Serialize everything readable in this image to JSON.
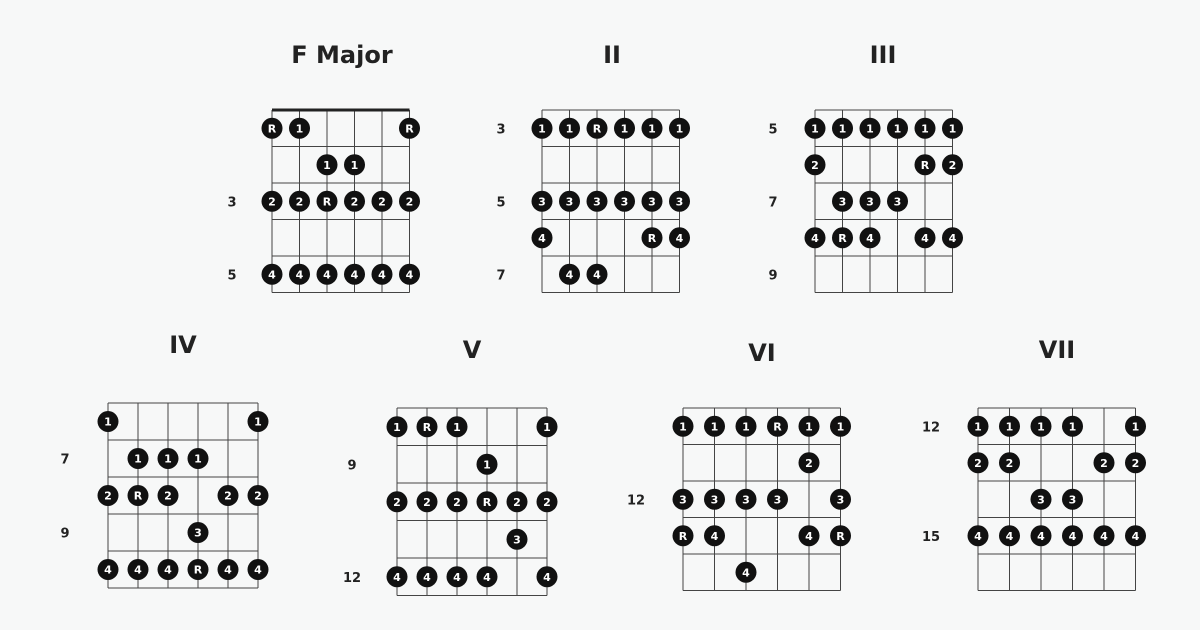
{
  "colors": {
    "dot": "#111111",
    "dot_text": "#ffffff",
    "grid": "#444444",
    "background": "#f7f8f8"
  },
  "diagrams": [
    {
      "title": "F Major",
      "nut": true,
      "frets": 5,
      "fret_labels": [
        {
          "row": 3,
          "text": "3"
        },
        {
          "row": 5,
          "text": "5"
        }
      ],
      "dots": [
        [
          1,
          1,
          "R"
        ],
        [
          1,
          2,
          "1"
        ],
        [
          1,
          6,
          "R"
        ],
        [
          2,
          3,
          "1"
        ],
        [
          2,
          4,
          "1"
        ],
        [
          3,
          1,
          "2"
        ],
        [
          3,
          2,
          "2"
        ],
        [
          3,
          3,
          "R"
        ],
        [
          3,
          4,
          "2"
        ],
        [
          3,
          5,
          "2"
        ],
        [
          3,
          6,
          "2"
        ],
        [
          5,
          1,
          "4"
        ],
        [
          5,
          2,
          "4"
        ],
        [
          5,
          3,
          "4"
        ],
        [
          5,
          4,
          "4"
        ],
        [
          5,
          5,
          "4"
        ],
        [
          5,
          6,
          "4"
        ]
      ]
    },
    {
      "title": "II",
      "nut": false,
      "frets": 5,
      "fret_labels": [
        {
          "row": 1,
          "text": "3"
        },
        {
          "row": 3,
          "text": "5"
        },
        {
          "row": 5,
          "text": "7"
        }
      ],
      "dots": [
        [
          1,
          1,
          "1"
        ],
        [
          1,
          2,
          "1"
        ],
        [
          1,
          3,
          "R"
        ],
        [
          1,
          4,
          "1"
        ],
        [
          1,
          5,
          "1"
        ],
        [
          1,
          6,
          "1"
        ],
        [
          3,
          1,
          "3"
        ],
        [
          3,
          2,
          "3"
        ],
        [
          3,
          3,
          "3"
        ],
        [
          3,
          4,
          "3"
        ],
        [
          3,
          5,
          "3"
        ],
        [
          3,
          6,
          "3"
        ],
        [
          4,
          1,
          "4"
        ],
        [
          4,
          5,
          "R"
        ],
        [
          4,
          6,
          "4"
        ],
        [
          5,
          2,
          "4"
        ],
        [
          5,
          3,
          "4"
        ]
      ]
    },
    {
      "title": "III",
      "nut": false,
      "frets": 5,
      "fret_labels": [
        {
          "row": 1,
          "text": "5"
        },
        {
          "row": 3,
          "text": "7"
        },
        {
          "row": 5,
          "text": "9"
        }
      ],
      "dots": [
        [
          1,
          1,
          "1"
        ],
        [
          1,
          2,
          "1"
        ],
        [
          1,
          3,
          "1"
        ],
        [
          1,
          4,
          "1"
        ],
        [
          1,
          5,
          "1"
        ],
        [
          1,
          6,
          "1"
        ],
        [
          2,
          1,
          "2"
        ],
        [
          2,
          5,
          "R"
        ],
        [
          2,
          6,
          "2"
        ],
        [
          3,
          2,
          "3"
        ],
        [
          3,
          3,
          "3"
        ],
        [
          3,
          4,
          "3"
        ],
        [
          4,
          1,
          "4"
        ],
        [
          4,
          2,
          "R"
        ],
        [
          4,
          3,
          "4"
        ],
        [
          4,
          5,
          "4"
        ],
        [
          4,
          6,
          "4"
        ]
      ]
    },
    {
      "title": "IV",
      "nut": false,
      "frets": 5,
      "fret_labels": [
        {
          "row": 2,
          "text": "7"
        },
        {
          "row": 4,
          "text": "9"
        }
      ],
      "dots": [
        [
          1,
          1,
          "1"
        ],
        [
          1,
          6,
          "1"
        ],
        [
          2,
          2,
          "1"
        ],
        [
          2,
          3,
          "1"
        ],
        [
          2,
          4,
          "1"
        ],
        [
          3,
          1,
          "2"
        ],
        [
          3,
          2,
          "R"
        ],
        [
          3,
          3,
          "2"
        ],
        [
          3,
          5,
          "2"
        ],
        [
          3,
          6,
          "2"
        ],
        [
          4,
          4,
          "3"
        ],
        [
          5,
          1,
          "4"
        ],
        [
          5,
          2,
          "4"
        ],
        [
          5,
          3,
          "4"
        ],
        [
          5,
          4,
          "R"
        ],
        [
          5,
          5,
          "4"
        ],
        [
          5,
          6,
          "4"
        ]
      ]
    },
    {
      "title": "V",
      "nut": false,
      "frets": 5,
      "fret_labels": [
        {
          "row": 2,
          "text": "9"
        },
        {
          "row": 5,
          "text": "12"
        }
      ],
      "dots": [
        [
          1,
          1,
          "1"
        ],
        [
          1,
          2,
          "R"
        ],
        [
          1,
          3,
          "1"
        ],
        [
          1,
          6,
          "1"
        ],
        [
          2,
          4,
          "1"
        ],
        [
          3,
          1,
          "2"
        ],
        [
          3,
          2,
          "2"
        ],
        [
          3,
          3,
          "2"
        ],
        [
          3,
          4,
          "R"
        ],
        [
          3,
          5,
          "2"
        ],
        [
          3,
          6,
          "2"
        ],
        [
          4,
          5,
          "3"
        ],
        [
          5,
          1,
          "4"
        ],
        [
          5,
          2,
          "4"
        ],
        [
          5,
          3,
          "4"
        ],
        [
          5,
          4,
          "4"
        ],
        [
          5,
          6,
          "4"
        ]
      ]
    },
    {
      "title": "VI",
      "nut": false,
      "frets": 5,
      "fret_labels": [
        {
          "row": 3,
          "text": "12"
        }
      ],
      "dots": [
        [
          1,
          1,
          "1"
        ],
        [
          1,
          2,
          "1"
        ],
        [
          1,
          3,
          "1"
        ],
        [
          1,
          4,
          "R"
        ],
        [
          1,
          5,
          "1"
        ],
        [
          1,
          6,
          "1"
        ],
        [
          2,
          5,
          "2"
        ],
        [
          3,
          1,
          "3"
        ],
        [
          3,
          2,
          "3"
        ],
        [
          3,
          3,
          "3"
        ],
        [
          3,
          4,
          "3"
        ],
        [
          3,
          6,
          "3"
        ],
        [
          4,
          1,
          "R"
        ],
        [
          4,
          2,
          "4"
        ],
        [
          4,
          5,
          "4"
        ],
        [
          4,
          6,
          "R"
        ],
        [
          5,
          3,
          "4"
        ]
      ]
    },
    {
      "title": "VII",
      "nut": false,
      "frets": 5,
      "fret_labels": [
        {
          "row": 1,
          "text": "12"
        },
        {
          "row": 4,
          "text": "15"
        }
      ],
      "dots": [
        [
          1,
          1,
          "1"
        ],
        [
          1,
          2,
          "1"
        ],
        [
          1,
          3,
          "1"
        ],
        [
          1,
          4,
          "1"
        ],
        [
          1,
          6,
          "1"
        ],
        [
          2,
          1,
          "2"
        ],
        [
          2,
          2,
          "2"
        ],
        [
          2,
          5,
          "2"
        ],
        [
          2,
          6,
          "2"
        ],
        [
          3,
          3,
          "3"
        ],
        [
          3,
          4,
          "3"
        ],
        [
          4,
          1,
          "4"
        ],
        [
          4,
          2,
          "4"
        ],
        [
          4,
          3,
          "4"
        ],
        [
          4,
          4,
          "4"
        ],
        [
          4,
          5,
          "4"
        ],
        [
          4,
          6,
          "4"
        ]
      ]
    }
  ]
}
